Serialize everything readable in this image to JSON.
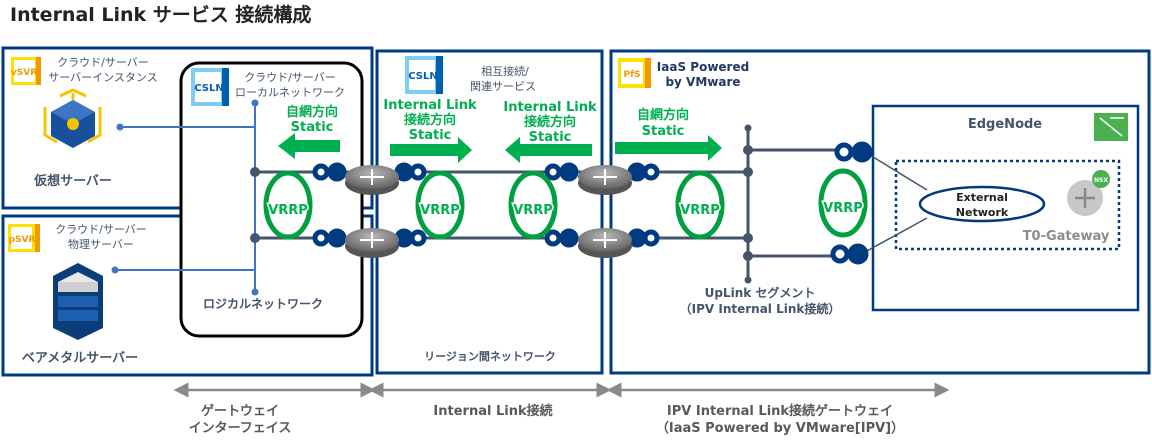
{
  "title": "Internal Link サービス 接続構成",
  "colors": {
    "frame": "#003a80",
    "green": "#00b050",
    "line": "#44546a",
    "port": "#003a80"
  },
  "vsvr": {
    "badge": "vSVR",
    "label1": "クラウド/サーバー",
    "label2": "サーバーインスタンス",
    "caption": "仮想サーバー",
    "icon": "virtual-server-icon"
  },
  "psvr": {
    "badge": "pSVR",
    "label1": "クラウド/サーバー",
    "label2": "物理サーバー",
    "caption": "ベアメタルサーバー",
    "icon": "bare-metal-server-icon"
  },
  "local": {
    "badge": "CSLN",
    "label1": "クラウド/サーバー",
    "label2": "ローカルネットワーク",
    "caption": "ロジカルネットワーク",
    "static1": "自網方向",
    "static2": "Static"
  },
  "middle": {
    "badge": "CSLN",
    "label1": "相互接続/",
    "label2": "関連サービス",
    "caption": "リージョン間ネットワーク",
    "left": {
      "l1": "Internal Link",
      "l2": "接続方向",
      "l3": "Static"
    },
    "right": {
      "l1": "Internal Link",
      "l2": "接続方向",
      "l3": "Static"
    }
  },
  "ipv": {
    "badge": "PfS",
    "label1": "IaaS Powered",
    "label2": "by VMware",
    "static1": "自網方向",
    "static2": "Static",
    "uplink1": "UpLink セグメント",
    "uplink2": "（IPV Internal Link接続）"
  },
  "edge": {
    "title": "EdgeNode",
    "ext1": "External",
    "ext2": "Network",
    "gateway": "T0-Gateway",
    "nsx": "NSX"
  },
  "vrrp": "VRRP",
  "bottom": {
    "gw1": "ゲートウェイ",
    "gw2": "インターフェイス",
    "il": "Internal Link接続",
    "ipv1": "IPV Internal Link接続ゲートウェイ",
    "ipv2": "（IaaS Powered by VMware[IPV]）"
  }
}
